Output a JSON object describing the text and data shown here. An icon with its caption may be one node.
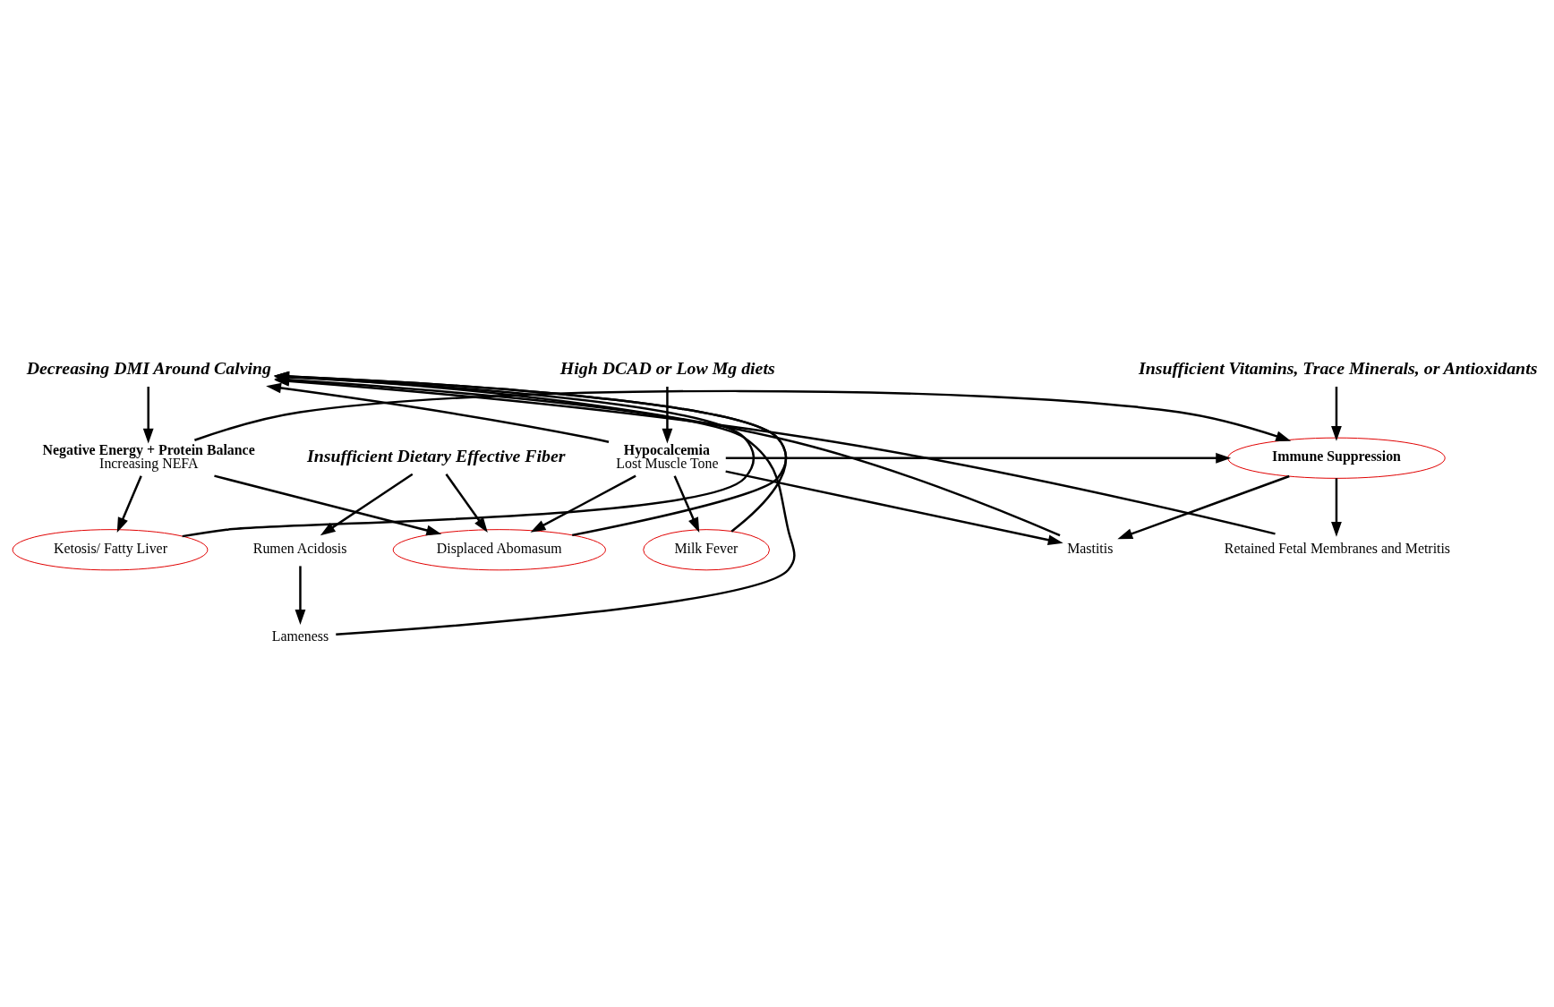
{
  "diagram": {
    "nodes": [
      {
        "text": [
          "Decreasing DMI Around Calving"
        ]
      },
      {
        "text": [
          "Insufficient Vitamins, Trace Minerals, or Antioxidants"
        ]
      },
      {
        "text": [
          "High DCAD or Low Mg diets"
        ]
      },
      {
        "text": [
          "Negative Energy + Protein Balance",
          "Increasing NEFA"
        ]
      },
      {
        "text": [
          "Immune Suppression"
        ]
      },
      {
        "text": [
          "Hypocalcemia",
          "Lost Muscle Tone"
        ]
      },
      {
        "text": [
          "Lameness"
        ]
      },
      {
        "text": [
          "Ketosis/ Fatty Liver"
        ]
      },
      {
        "text": [
          "Mastitis"
        ]
      },
      {
        "text": [
          "Milk Fever"
        ]
      },
      {
        "text": [
          "Retained Fetal Membranes and Metritis"
        ]
      },
      {
        "text": [
          "Rumen Acidosis"
        ]
      },
      {
        "text": [
          "Displaced Abomasum"
        ]
      },
      {
        "text": [
          "Insufficient Dietary Effective Fiber"
        ]
      }
    ],
    "edges": [
      {
        "from": 0,
        "to": 3,
        "arrow": "to"
      },
      {
        "from": 1,
        "to": 4,
        "arrow": "to"
      },
      {
        "from": 2,
        "to": 5,
        "arrow": "to"
      },
      {
        "from": 3,
        "to": 4,
        "arrow": "to"
      },
      {
        "from": 5,
        "to": 4,
        "arrow": "to"
      },
      {
        "from": 3,
        "to": 7,
        "arrow": "to"
      },
      {
        "from": 3,
        "to": 12,
        "arrow": "to"
      },
      {
        "from": 4,
        "to": 8,
        "arrow": "to"
      },
      {
        "from": 4,
        "to": 10,
        "arrow": "to"
      },
      {
        "from": 5,
        "to": 8,
        "arrow": "to"
      },
      {
        "from": 5,
        "to": 9,
        "arrow": "to"
      },
      {
        "from": 5,
        "to": 12,
        "arrow": "to"
      },
      {
        "from": 6,
        "to": 0,
        "arrow": "to"
      },
      {
        "from": 7,
        "to": 0,
        "arrow": "to"
      },
      {
        "from": 11,
        "to": 6,
        "arrow": "to"
      },
      {
        "from": 13,
        "to": 11,
        "arrow": "to"
      },
      {
        "from": 13,
        "to": 12,
        "arrow": "to"
      },
      {
        "from": 12,
        "to": 0,
        "arrow": "to"
      },
      {
        "from": 8,
        "to": 0,
        "arrow": "to"
      },
      {
        "from": 10,
        "to": 0,
        "arrow": "to"
      },
      {
        "from": 9,
        "to": 0,
        "arrow": "to"
      },
      {
        "from": 5,
        "to": 0,
        "arrow": "to"
      }
    ]
  }
}
